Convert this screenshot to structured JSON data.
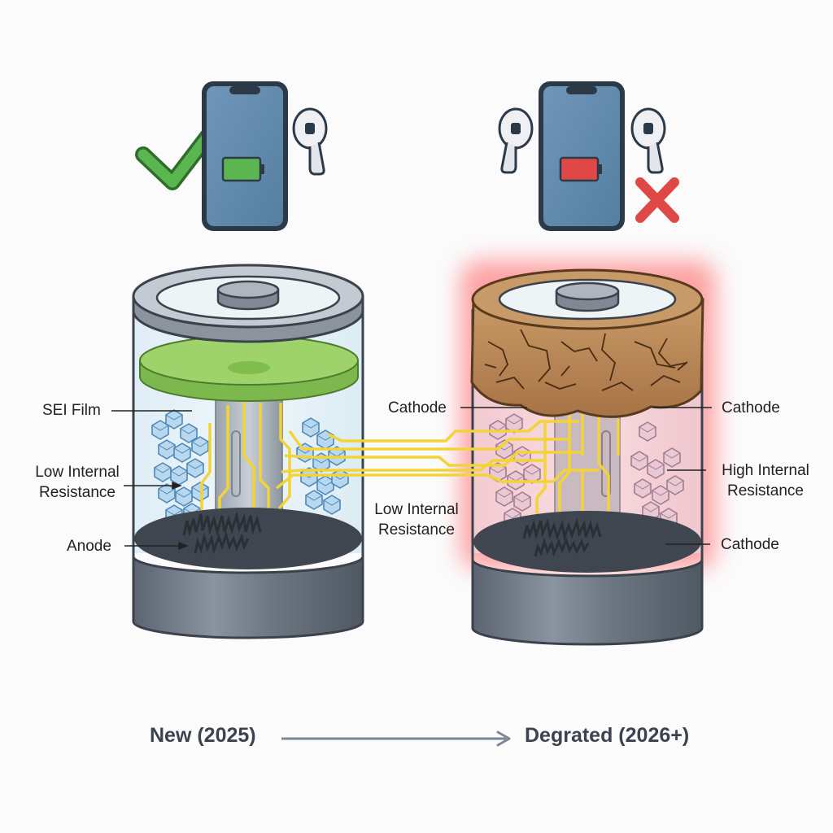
{
  "labels": {
    "sei_film": "SEI Film",
    "low_resistance_left": "Low Internal\nResistance",
    "anode": "Anode",
    "cathode_center": "Cathode",
    "low_resistance_center": "Low Internal\nResistance",
    "cathode_top_right": "Cathode",
    "high_resistance": "High Internal\nResistance",
    "cathode_bottom_right": "Cathode"
  },
  "timeline": {
    "new": "New (2025)",
    "degraded": "Degrated (2026+)"
  },
  "colors": {
    "good": "#5bb550",
    "bad": "#e04848",
    "wire": "#f2d33a",
    "glow": "#ff5a5a",
    "phone": "#5e86a8"
  },
  "icons": {
    "left": [
      "check-icon",
      "phone-icon",
      "battery-full-icon",
      "earbud-icon"
    ],
    "right": [
      "earbud-icon",
      "phone-icon",
      "battery-low-icon",
      "earbud-icon",
      "cross-icon"
    ]
  }
}
